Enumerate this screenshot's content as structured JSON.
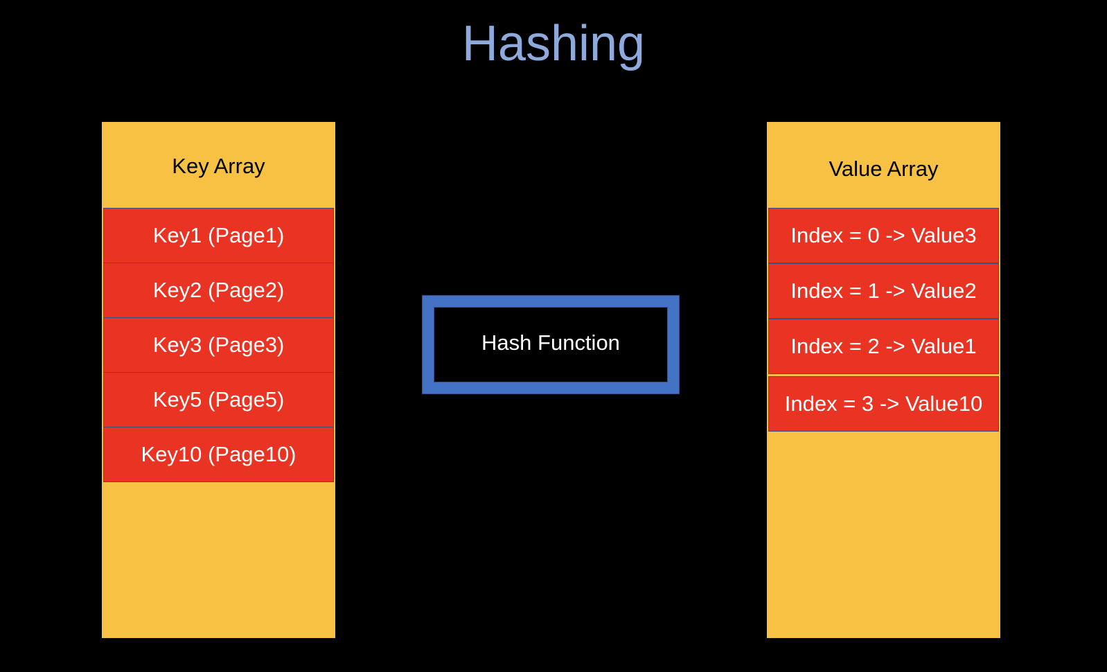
{
  "title": "Hashing",
  "key_array": {
    "header": "Key Array",
    "items": [
      "Key1 (Page1)",
      "Key2 (Page2)",
      "Key3 (Page3)",
      "Key5 (Page5)",
      "Key10 (Page10)"
    ]
  },
  "hash_function": {
    "label": "Hash Function"
  },
  "value_array": {
    "header": "Value Array",
    "items": [
      "Index = 0 -> Value3",
      "Index = 1 -> Value2",
      "Index = 2 -> Value1",
      "Index = 3 -> Value10"
    ]
  },
  "colors": {
    "background": "#000000",
    "title": "#8EA9DB",
    "array_fill": "#F7C143",
    "cell_fill": "#E93424",
    "hash_border": "#4472C4"
  }
}
